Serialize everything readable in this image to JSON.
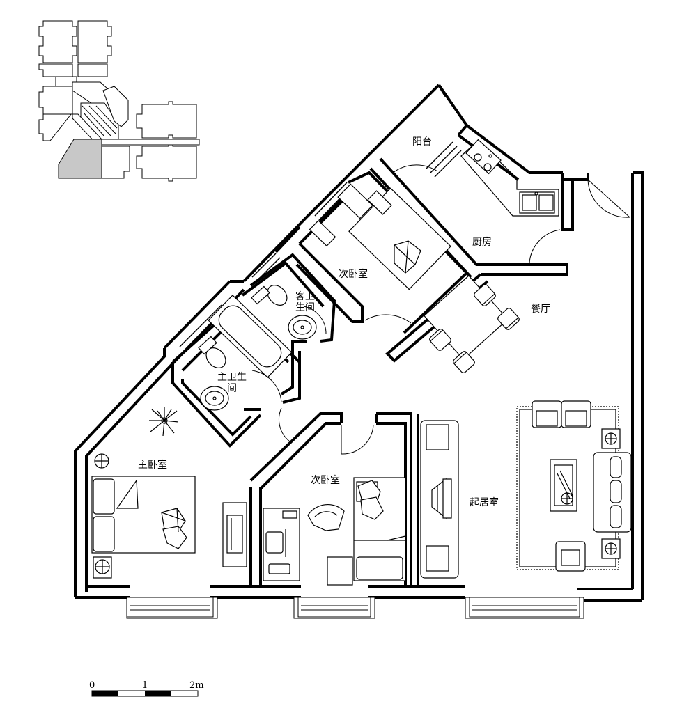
{
  "rooms": {
    "balcony": "阳台",
    "kitchen": "厨房",
    "second_bedroom_upper": "次卧室",
    "guest_bath_line1": "客卫",
    "guest_bath_line2": "生间",
    "dining": "餐厅",
    "master_bath_line1": "主卫生",
    "master_bath_line2": "间",
    "master_bedroom": "主卧室",
    "second_bedroom_lower": "次卧室",
    "living_room": "起居室"
  },
  "scale_bar": {
    "tick_0": "0",
    "tick_1": "1",
    "tick_2": "2m"
  },
  "colors": {
    "wall": "#000000",
    "background": "#ffffff",
    "key_highlight": "#c8c8c8"
  }
}
